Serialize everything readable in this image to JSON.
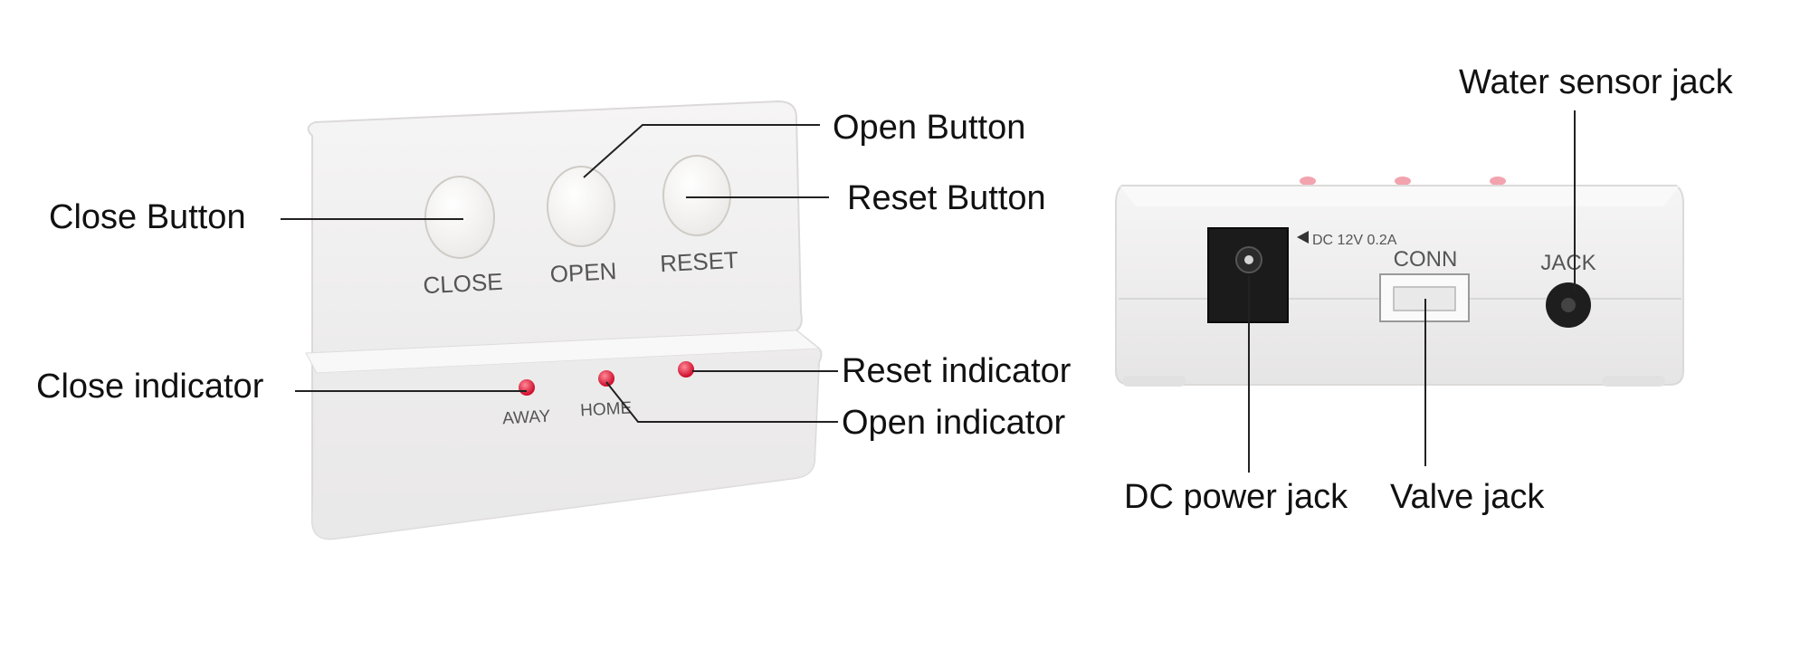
{
  "front_device": {
    "buttons": [
      "CLOSE",
      "OPEN",
      "RESET"
    ],
    "indicators": [
      "AWAY",
      "HOME"
    ],
    "indicator_color": "#e0203a"
  },
  "back_device": {
    "dc_label": "DC 12V 0.2A",
    "conn_label": "CONN",
    "jack_label": "JACK"
  },
  "callouts": {
    "close_button": "Close Button",
    "open_button": "Open Button",
    "reset_button": "Reset Button",
    "close_indicator": "Close indicator",
    "reset_indicator": "Reset indicator",
    "open_indicator": "Open indicator",
    "water_sensor_jack": "Water sensor jack",
    "dc_power_jack": "DC power jack",
    "valve_jack": "Valve jack"
  },
  "colors": {
    "device_body": "#efeeee",
    "leader_line": "#222222",
    "background": "#ffffff"
  }
}
